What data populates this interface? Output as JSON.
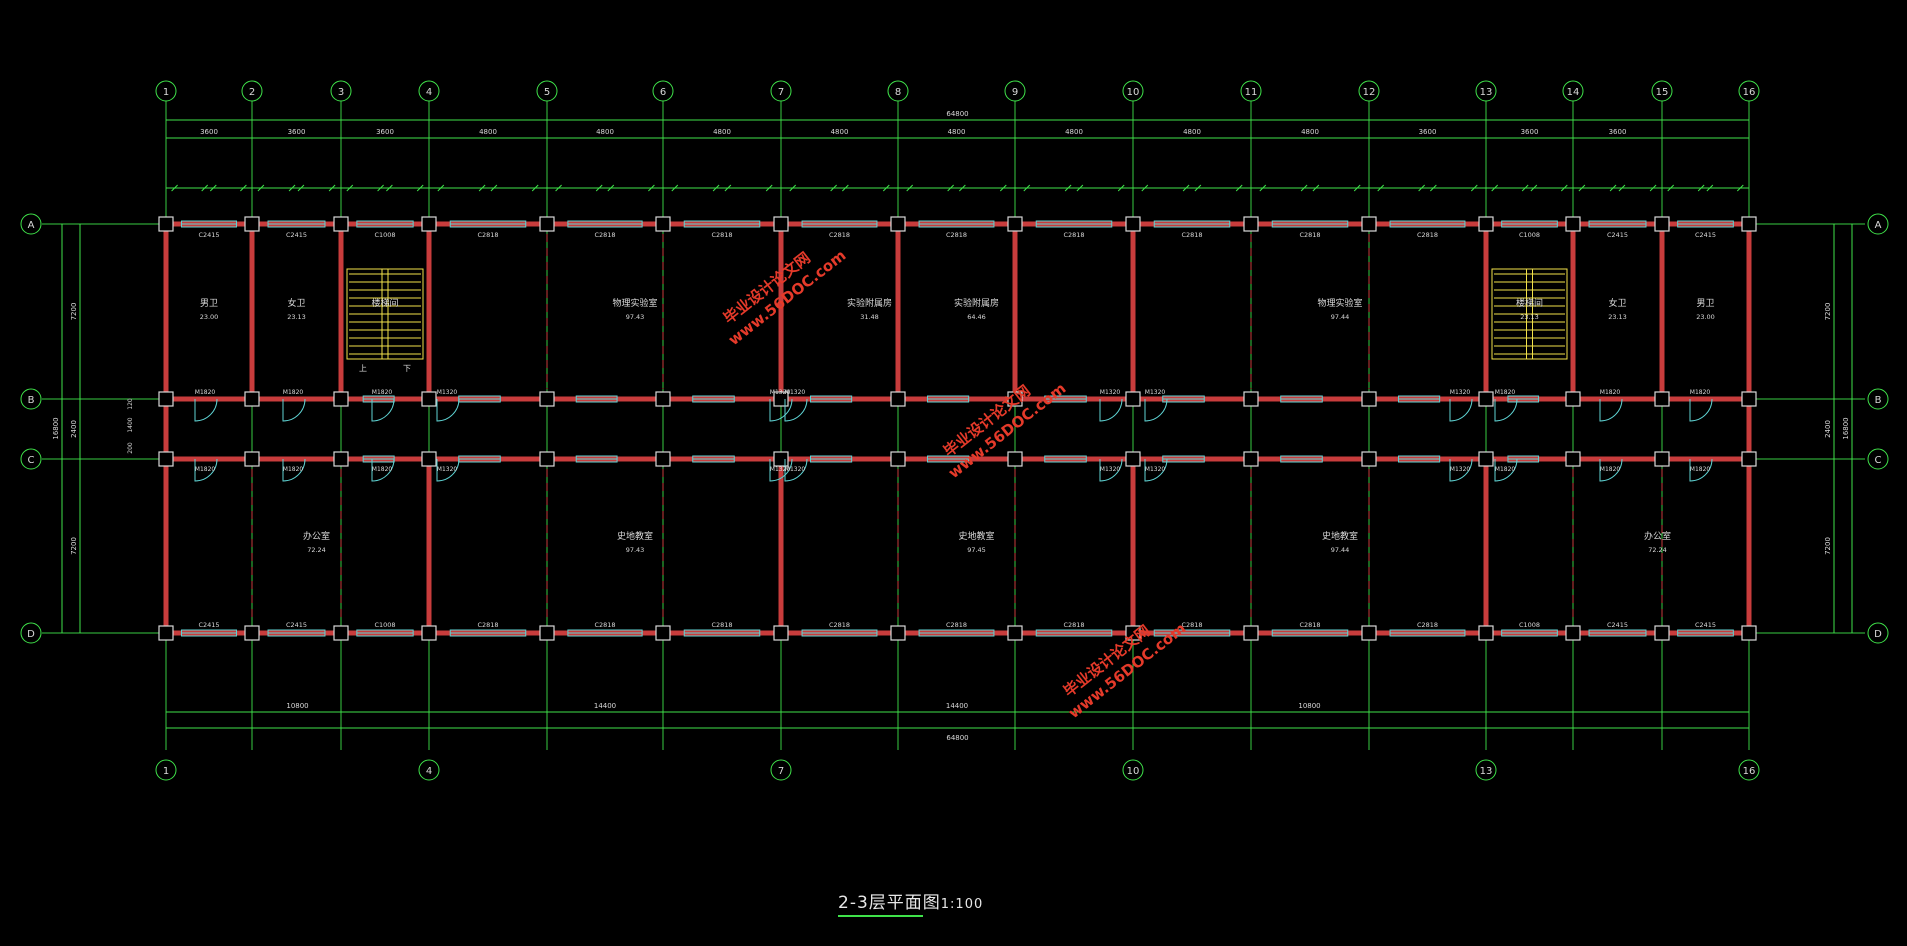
{
  "drawing": {
    "title": "2-3层平面图",
    "scale": "1:100"
  },
  "axes_top": [
    "1",
    "2",
    "3",
    "4",
    "5",
    "6",
    "7",
    "8",
    "9",
    "10",
    "11",
    "12",
    "13",
    "14",
    "15",
    "16"
  ],
  "axes_bottom": [
    "1",
    "4",
    "7",
    "10",
    "13",
    "16"
  ],
  "rows": [
    "A",
    "B",
    "C",
    "D"
  ],
  "dims": {
    "overall": "64800",
    "top_bays": [
      "3600",
      "3600",
      "3600",
      "4800",
      "4800",
      "4800",
      "4800",
      "4800",
      "4800",
      "4800",
      "4800",
      "3600",
      "3600",
      "3600"
    ],
    "bottom_bays": [
      "10800",
      "14400",
      "14400",
      "10800"
    ],
    "side_total": "16800",
    "side_parts": [
      "7200",
      "2400",
      "7200"
    ],
    "side_small": [
      "120",
      "1400",
      "200"
    ]
  },
  "rooms": [
    {
      "name": "男卫",
      "area": "23.00"
    },
    {
      "name": "女卫",
      "area": "23.13"
    },
    {
      "name": "楼梯间",
      "area": ""
    },
    {
      "name": "物理实验室",
      "area": "97.43"
    },
    {
      "name": "实验附属房",
      "area": "31.48"
    },
    {
      "name": "实验附属房",
      "area": "64.46"
    },
    {
      "name": "物理实验室",
      "area": "97.44"
    },
    {
      "name": "楼梯间",
      "area": "23.13"
    },
    {
      "name": "女卫",
      "area": "23.13"
    },
    {
      "name": "男卫",
      "area": "23.00"
    },
    {
      "name": "办公室",
      "area": "72.24"
    },
    {
      "name": "史地教室",
      "area": "97.43"
    },
    {
      "name": "史地教室",
      "area": "97.45"
    },
    {
      "name": "史地教室",
      "area": "97.44"
    },
    {
      "name": "办公室",
      "area": "72.24"
    }
  ],
  "window_labels": [
    "C2415",
    "C2415",
    "C1008",
    "C2818",
    "C2818",
    "C2818",
    "C2818",
    "C2818",
    "C2818",
    "C2818",
    "C2818",
    "C2818",
    "C1008",
    "C2415",
    "C2415"
  ],
  "door_labels": [
    "M1820",
    "M1820",
    "M1820",
    "M1320",
    "M1320",
    "M1320",
    "M1320",
    "M1320",
    "M1320",
    "M1820",
    "M1820",
    "M1820"
  ],
  "watermark": {
    "cn": "毕业设计论文网",
    "url": "www.56DOC.com"
  },
  "stair_text": {
    "up": "上",
    "down": "下"
  },
  "colors": {
    "grid": "#3fe24a",
    "wall": "#c83c3c",
    "column": "#d9d9d9",
    "window": "#5fd3d3",
    "text": "#d9d9d9",
    "stair": "#f2e24a",
    "watermark": "#e53a2a"
  }
}
